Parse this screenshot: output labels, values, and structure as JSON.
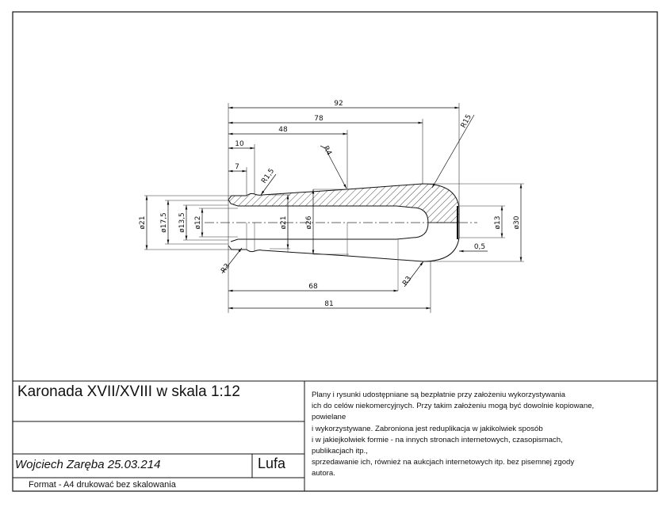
{
  "drawing": {
    "dimensions": {
      "d92": "92",
      "d78": "78",
      "d48": "48",
      "d10": "10",
      "d7": "7",
      "d68": "68",
      "d81": "81",
      "d05": "0,5",
      "dia21_left": "ø21",
      "dia17_5": "ø17,5",
      "dia13_5": "ø13,5",
      "dia12": "ø12",
      "dia21_mid": "ø21",
      "dia26": "ø26",
      "dia13": "ø13",
      "dia30": "ø30",
      "r1_5": "R1,5",
      "r4": "R4",
      "r15": "R15",
      "r3_left": "R3",
      "r3_right": "R3"
    }
  },
  "title_block": {
    "title": "Karonada XVII/XVIII w skala 1:12",
    "author": "Wojciech Zaręba 25.03.214",
    "part": "Lufa",
    "format": "Format - A4 drukować bez skalowania",
    "notice": [
      "Plany i rysunki udostępniane są bezpłatnie przy założeniu wykorzystywania",
      "ich do celów niekomercyjnych. Przy takim założeniu mogą być dowolnie kopiowane,",
      "powielane",
      "i wykorzystywane. Zabroniona jest reduplikacja w jakikolwiek sposób",
      "i w jakiejkolwiek formie - na innych stronach internetowych, czasopismach,",
      "publikacjach itp.,",
      "sprzedawanie ich, również na aukcjach internetowych itp. bez pisemnej zgody",
      "autora."
    ]
  }
}
